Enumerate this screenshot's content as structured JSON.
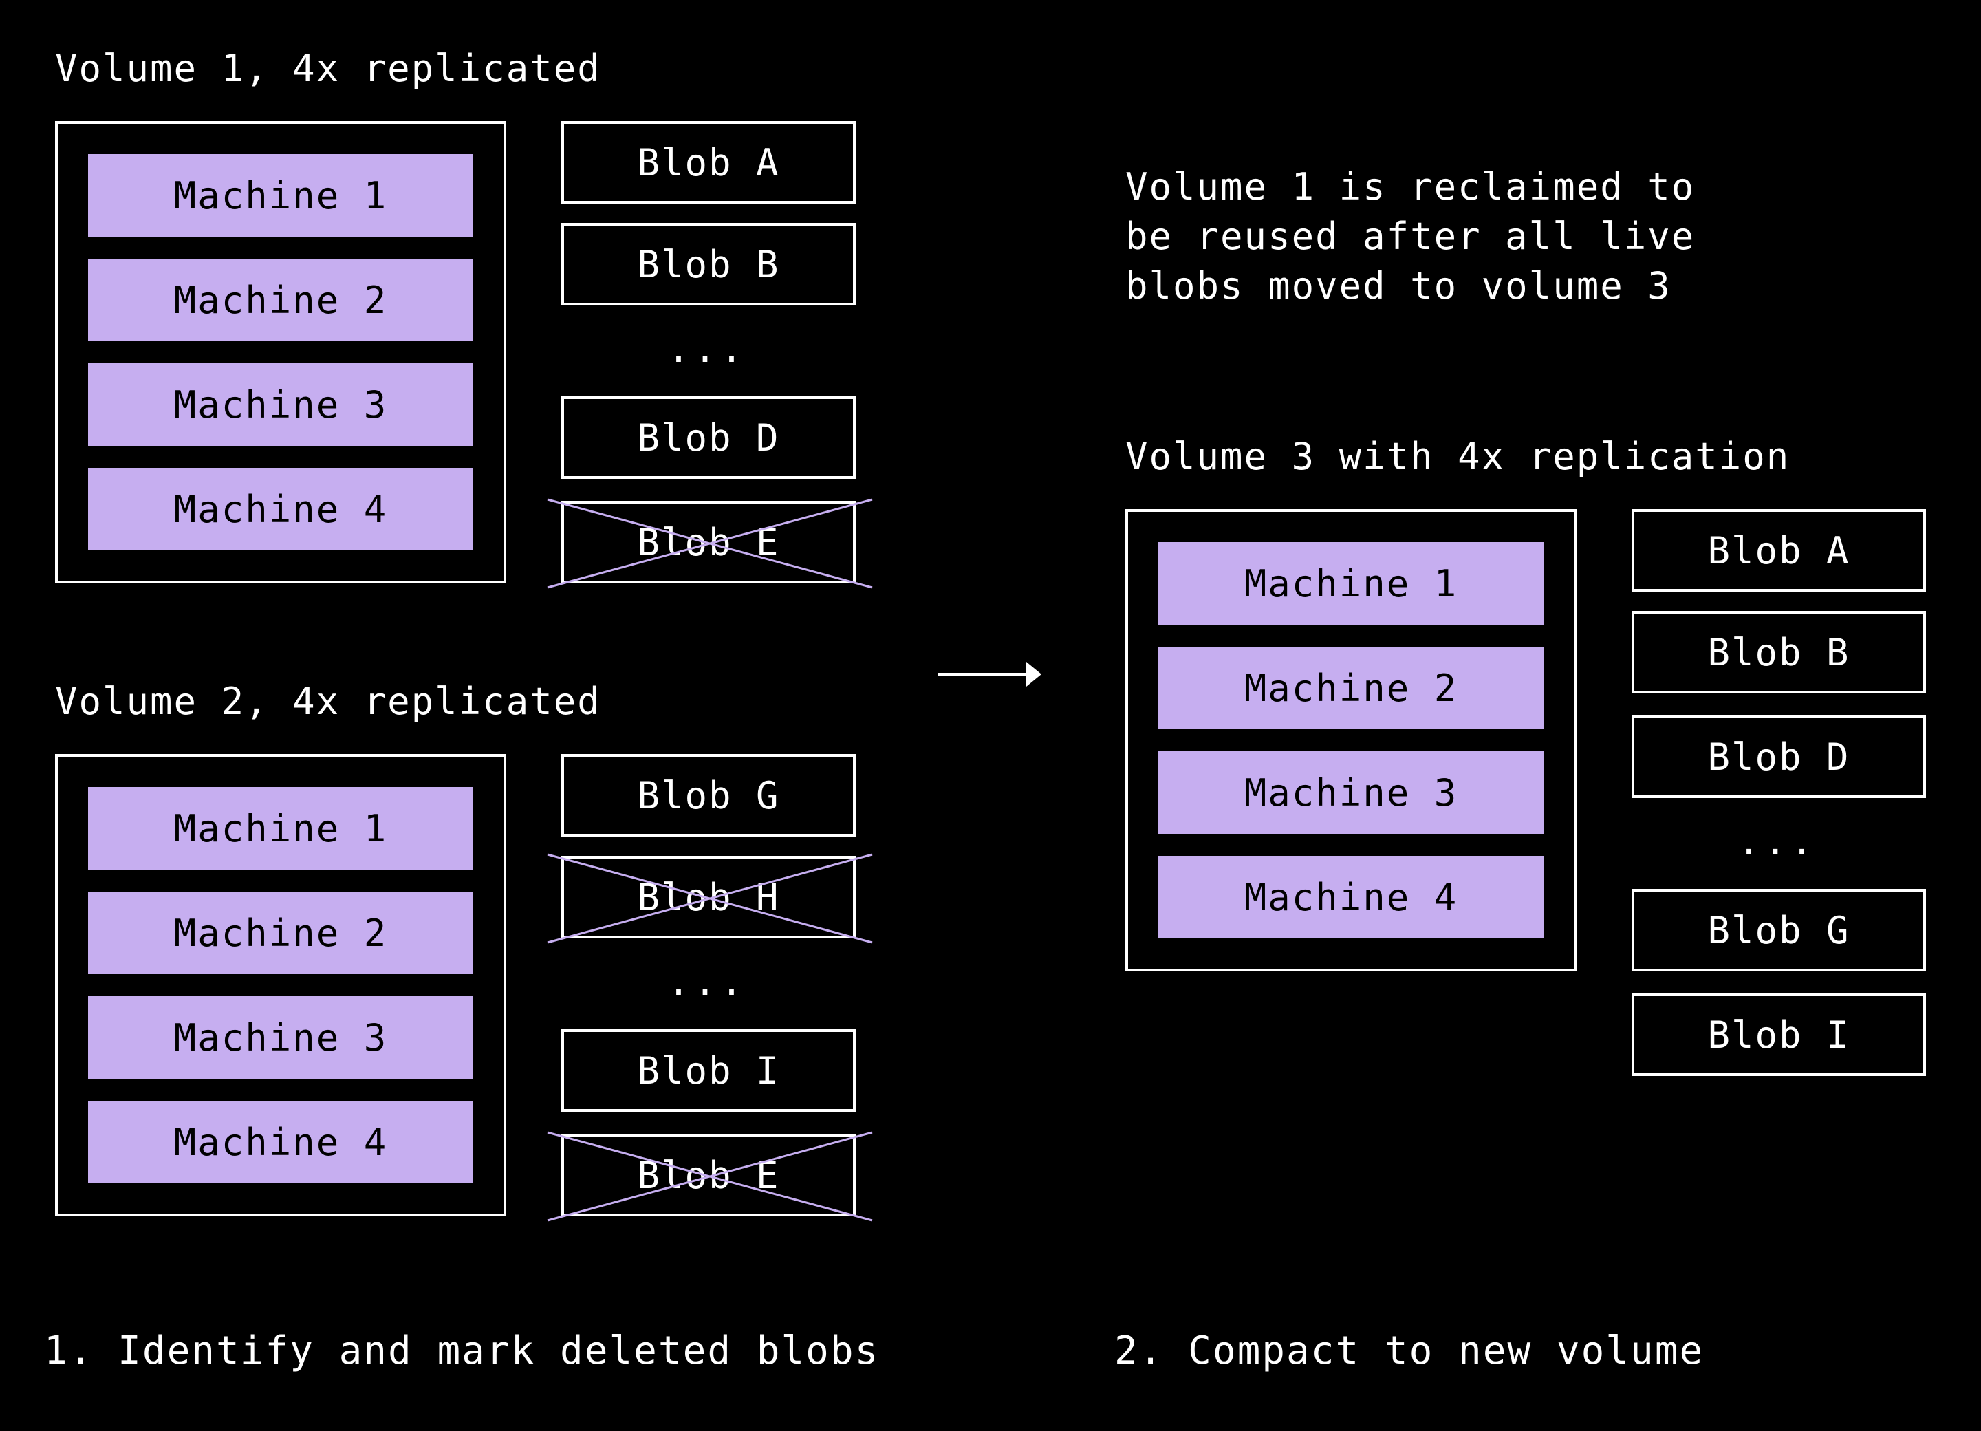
{
  "colors": {
    "background": "#000000",
    "machine_fill": "#c6aef0",
    "outline": "#ffffff",
    "strike": "#c6aef0"
  },
  "volume1": {
    "title": "Volume 1, 4x replicated",
    "machines": [
      "Machine 1",
      "Machine 2",
      "Machine 3",
      "Machine 4"
    ],
    "blobs": [
      {
        "label": "Blob A",
        "deleted": false
      },
      {
        "label": "Blob B",
        "deleted": false
      },
      {
        "label": "Blob D",
        "deleted": false
      },
      {
        "label": "Blob E",
        "deleted": true
      }
    ],
    "ellipsis": "..."
  },
  "volume2": {
    "title": "Volume 2, 4x replicated",
    "machines": [
      "Machine 1",
      "Machine 2",
      "Machine 3",
      "Machine 4"
    ],
    "blobs": [
      {
        "label": "Blob G",
        "deleted": false
      },
      {
        "label": "Blob H",
        "deleted": true
      },
      {
        "label": "Blob I",
        "deleted": false
      },
      {
        "label": "Blob E",
        "deleted": true
      }
    ],
    "ellipsis": "..."
  },
  "volume3": {
    "title": "Volume 3 with 4x replication",
    "machines": [
      "Machine 1",
      "Machine 2",
      "Machine 3",
      "Machine 4"
    ],
    "blobs": [
      "Blob A",
      "Blob B",
      "Blob D",
      "Blob G",
      "Blob I"
    ],
    "ellipsis": "..."
  },
  "reclaim_note": "Volume 1 is reclaimed to\nbe reused after all live\nblobs moved to volume 3",
  "arrow_icon": "right-arrow-icon",
  "steps": {
    "step1_number": "1.",
    "step1_text": "Identify and mark deleted blobs",
    "step2_number": "2.",
    "step2_text": "Compact to new volume"
  }
}
